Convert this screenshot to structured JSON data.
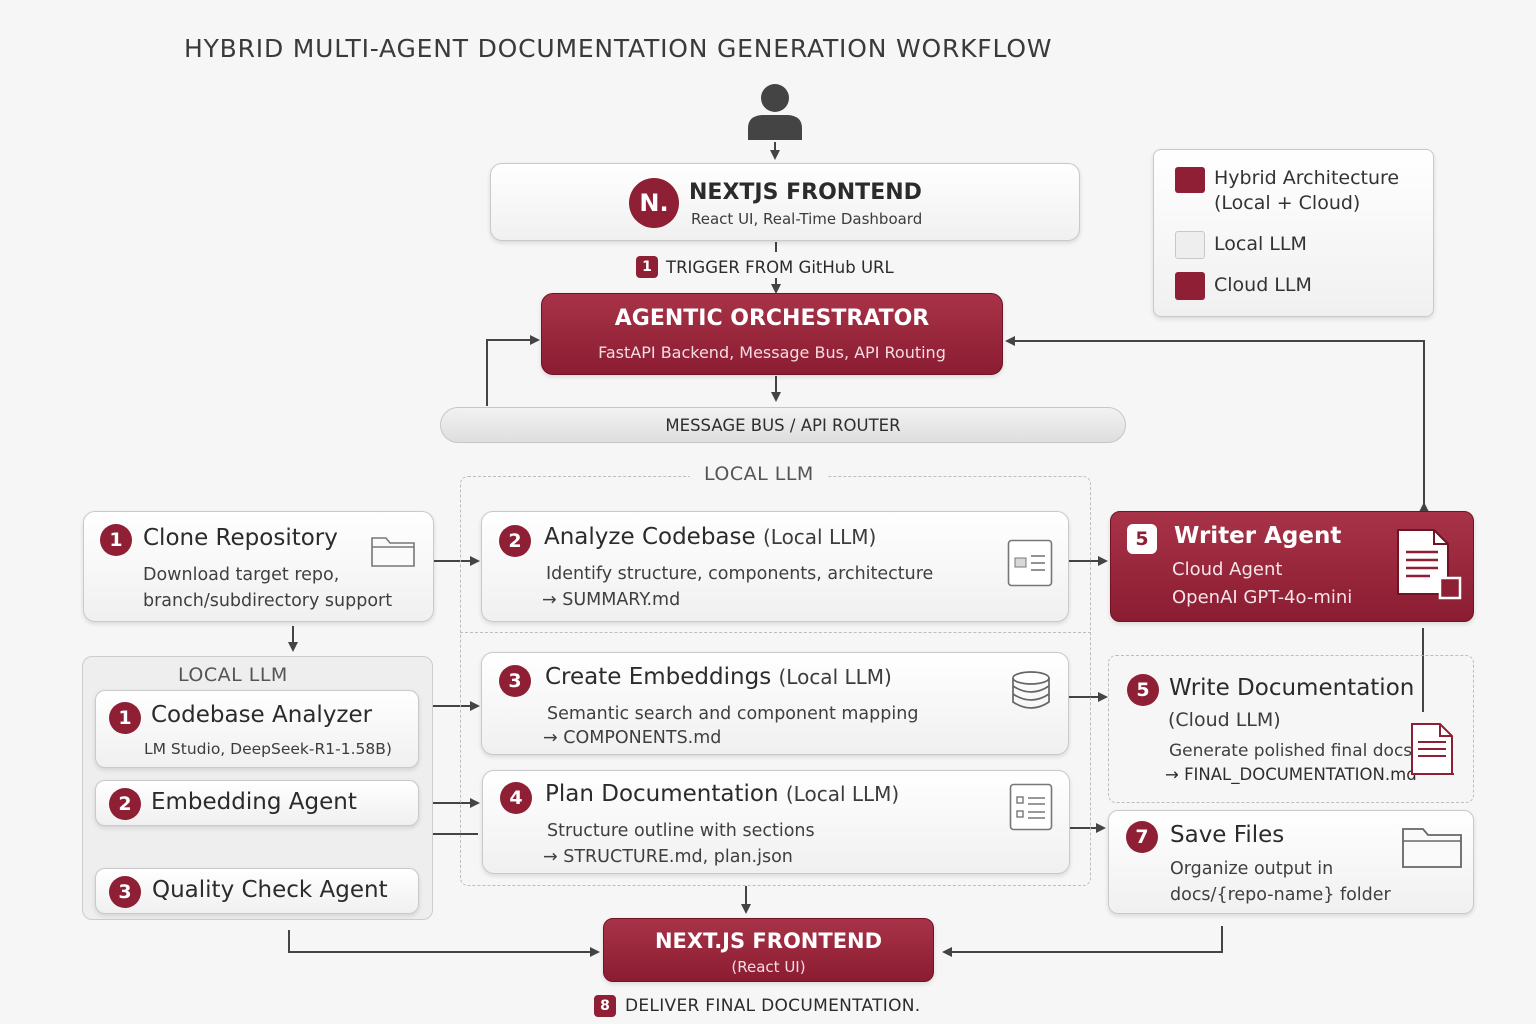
{
  "title": "HYBRID MULTI-AGENT DOCUMENTATION GENERATION WORKFLOW",
  "legend": {
    "hybrid": "Hybrid Architecture",
    "hybrid_sub": "(Local + Cloud)",
    "local": "Local LLM",
    "cloud": "Cloud LLM",
    "colors": {
      "hybrid": "#8e1f34",
      "local": "#eeeeee",
      "cloud": "#8e1f34"
    }
  },
  "frontend_top": {
    "logo": "N.",
    "title": "NEXTJS FRONTEND",
    "subtitle": "React UI, Real-Time Dashboard"
  },
  "trigger": {
    "num": "1",
    "label": "TRIGGER FROM GitHub URL"
  },
  "orchestrator": {
    "title": "AGENTIC ORCHESTRATOR",
    "subtitle": "FastAPI Backend, Message Bus, API Routing"
  },
  "bus": "MESSAGE BUS / API ROUTER",
  "local_llm_label": "LOCAL LLM",
  "clone": {
    "num": "1",
    "title": "Clone Repository",
    "line1": "Download target repo,",
    "line2": "branch/subdirectory support"
  },
  "local_group": {
    "label": "LOCAL LLM",
    "analyzer": {
      "num": "1",
      "title": "Codebase Analyzer",
      "subtitle": "LM Studio, DeepSeek-R1-1.58B)"
    },
    "embedding": {
      "num": "2",
      "title": "Embedding Agent"
    },
    "quality": {
      "num": "3",
      "title": "Quality Check Agent"
    }
  },
  "analyze": {
    "num": "2",
    "title": "Analyze Codebase",
    "tag": "(Local LLM)",
    "line1": "Identify structure, components, architecture",
    "line2": "→ SUMMARY.md"
  },
  "embed": {
    "num": "3",
    "title": "Create Embeddings",
    "tag": "(Local LLM)",
    "line1": "Semantic search and component mapping",
    "line2": "→ COMPONENTS.md"
  },
  "plan": {
    "num": "4",
    "title": "Plan Documentation",
    "tag": "(Local LLM)",
    "line1": "Structure outline with sections",
    "line2": "→ STRUCTURE.md, plan.json"
  },
  "writer": {
    "num": "5",
    "title": "Writer Agent",
    "line1": "Cloud Agent",
    "line2": "OpenAI GPT-4o-mini"
  },
  "write_doc": {
    "num": "5",
    "title": "Write Documentation",
    "tag": "(Cloud LLM)",
    "line1": "Generate polished final docs",
    "line2": "→ FINAL_DOCUMENTATION.md"
  },
  "save": {
    "num": "7",
    "title": "Save Files",
    "line1": "Organize output in",
    "line2": "docs/{repo-name} folder"
  },
  "frontend_bottom": {
    "title": "NEXT.JS FRONTEND",
    "subtitle": "(React UI)"
  },
  "deliver": {
    "num": "8",
    "label": "DELIVER FINAL DOCUMENTATION."
  }
}
